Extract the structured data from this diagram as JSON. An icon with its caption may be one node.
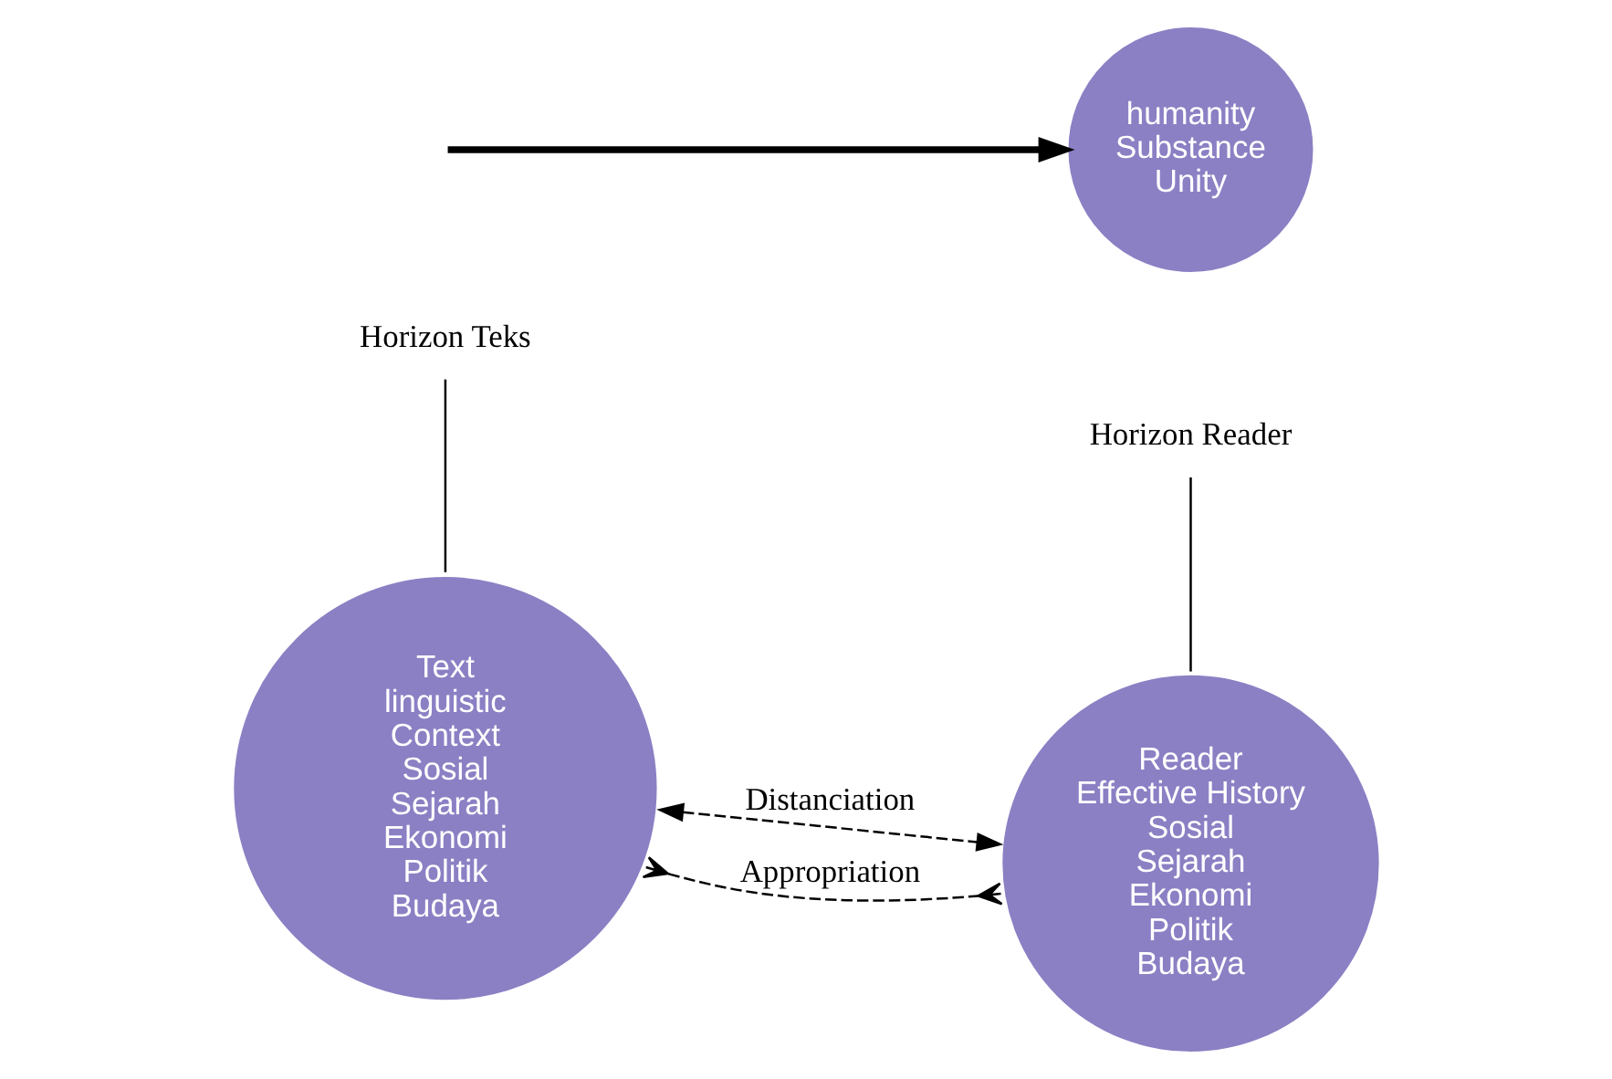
{
  "diagram": {
    "nodes": [
      {
        "text": [
          "Horizon Teks"
        ]
      },
      {
        "text": [
          "Text",
          "linguistic",
          "Context",
          "Sosial",
          "Sejarah",
          "Ekonomi",
          "Politik",
          "Budaya"
        ]
      },
      {
        "text": [
          "Horizon Reader"
        ]
      },
      {
        "text": [
          "Reader",
          "Effective History",
          "Sosial",
          "Sejarah",
          "Ekonomi",
          "Politik",
          "Budaya"
        ]
      },
      {
        "text": [
          "humanity",
          "Substance",
          "Unity"
        ]
      }
    ],
    "edges": [
      {
        "from": 0,
        "to": 1,
        "arrow": "none"
      },
      {
        "from": 2,
        "to": 3,
        "arrow": "none"
      },
      {
        "from": 1,
        "to": 3,
        "arrow": "both",
        "style": "dashed",
        "label": "Distanciation"
      },
      {
        "from": 1,
        "to": 3,
        "arrow": "other",
        "style": "dashed",
        "label": "Appropriation"
      },
      {
        "from": null,
        "to": 4,
        "arrow": "to",
        "style": "thick"
      }
    ]
  }
}
